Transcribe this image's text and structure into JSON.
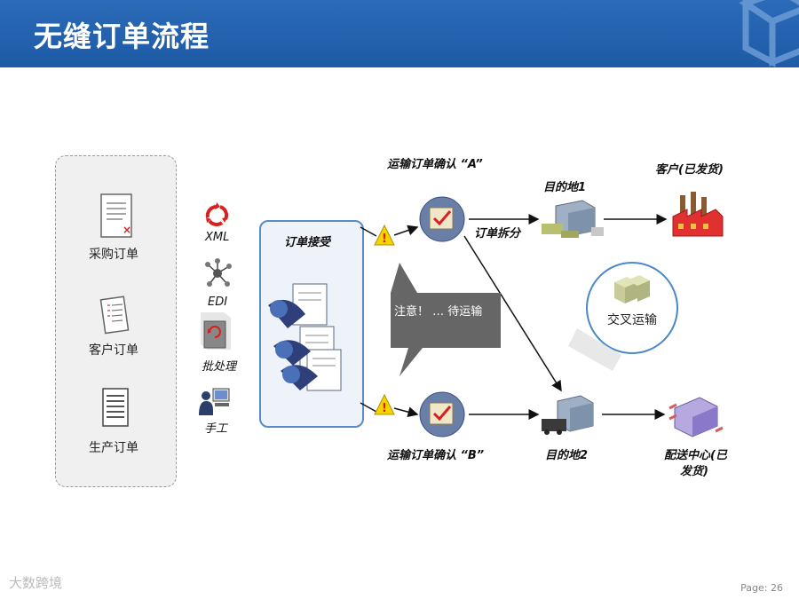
{
  "page": {
    "title": "无缝订单流程",
    "page_number": "Page: 26",
    "watermark": "大数跨境"
  },
  "documents": [
    {
      "label": "采购订单"
    },
    {
      "label": "客户订单"
    },
    {
      "label": "生产订单"
    }
  ],
  "inputs": [
    {
      "label": "XML"
    },
    {
      "label": "EDI"
    },
    {
      "label": "批处理"
    },
    {
      "label": "手工"
    }
  ],
  "accept": {
    "label": "订单接受"
  },
  "callout": {
    "text": "注意！ … 待运输"
  },
  "confirm_a": {
    "label": "运输订单确认 “A”"
  },
  "confirm_b": {
    "label": "运输订单确认 “B”"
  },
  "split": {
    "label": "订单拆分"
  },
  "dest1": {
    "label": "目的地1"
  },
  "dest2": {
    "label": "目的地2"
  },
  "customer": {
    "label": "客户(已发货)"
  },
  "dist_center": {
    "label_line1": "配送中心(已",
    "label_line2": "发货)"
  },
  "cross": {
    "label": "交叉运输"
  },
  "colors": {
    "header": "#1e5aa6",
    "accent": "#4a88c8",
    "alert": "#f5d400",
    "check": "#d92020"
  }
}
